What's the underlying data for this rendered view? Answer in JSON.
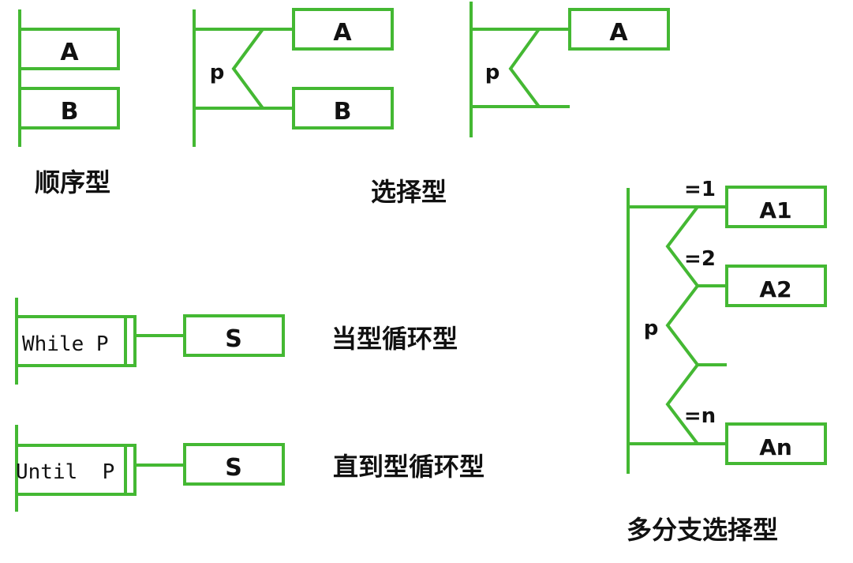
{
  "line_color": "#44b833",
  "sequence": {
    "box_a": "A",
    "box_b": "B",
    "caption": "顺序型"
  },
  "selection": {
    "condition": "p",
    "box_a": "A",
    "box_b": "B",
    "caption": "选择型"
  },
  "selection_single": {
    "condition": "p",
    "box_a": "A"
  },
  "multi_selection": {
    "condition": "p",
    "branches": [
      {
        "label": "=1",
        "box": "A1"
      },
      {
        "label": "=2",
        "box": "A2"
      },
      {
        "label": "=n",
        "box": "An"
      }
    ],
    "caption": "多分支选择型"
  },
  "while_loop": {
    "condition": "While P",
    "body": "S",
    "caption": "当型循环型"
  },
  "until_loop": {
    "condition": "Until  P",
    "body": "S",
    "caption": "直到型循环型"
  }
}
